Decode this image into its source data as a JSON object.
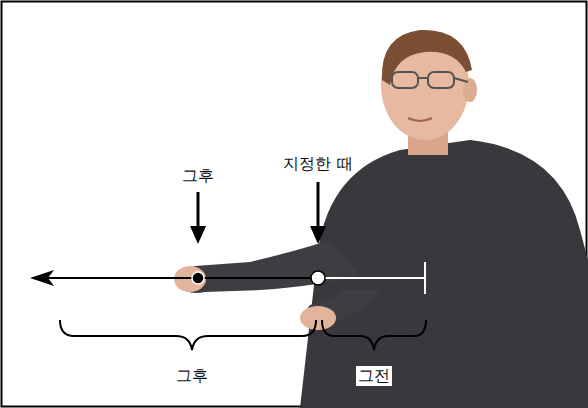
{
  "diagram": {
    "labels": [
      "그후",
      "지정한 때",
      "그후",
      "그전"
    ]
  }
}
